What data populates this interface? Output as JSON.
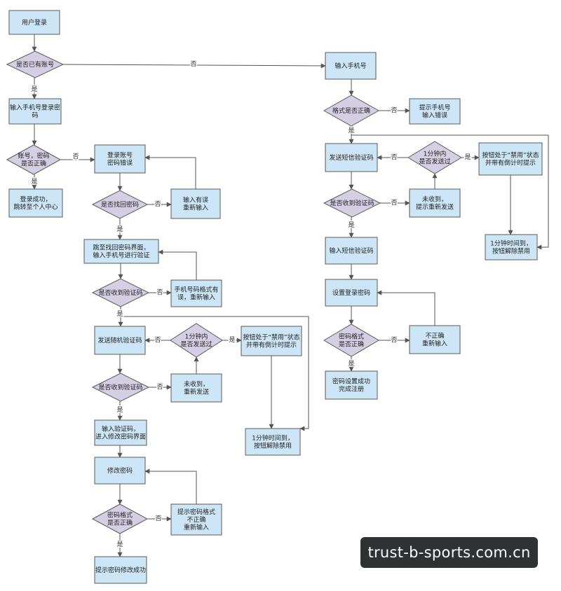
{
  "nodes": {
    "login_start": "用户登录",
    "has_account": "是否已有账号",
    "input_phone_pwd": [
      "输入手机号登录密",
      "码"
    ],
    "account_pwd_correct": [
      "账号，密码",
      "是否正确"
    ],
    "login_success": [
      "登录成功，",
      "跳转至个人中心"
    ],
    "login_error": [
      "登录账号",
      "密码错误"
    ],
    "retrieve_pwd": "是否找回密码",
    "input_error_reenter": [
      "输入有误",
      "重新输入"
    ],
    "goto_retrieve": [
      "跳至找回密码界面，",
      "输入手机号进行验证"
    ],
    "code_received_l": "是否收到验证码",
    "phone_format_err": [
      "手机号码格式有",
      "误，重新输入"
    ],
    "send_random_code": "发送随机验证码",
    "within_1min_l": [
      "1分钟内",
      "是否发送过"
    ],
    "btn_disabled_l": [
      "按钮处于“禁用”状态",
      "并带有倒计时提示"
    ],
    "not_received_l": [
      "未收到，",
      "重新发送"
    ],
    "code_received_l2": "是否收到验证码",
    "input_code_modify": [
      "输入验证码，",
      "进入修改密码界面"
    ],
    "min_up_l": [
      "1分钟时间到，",
      "按钮解除禁用"
    ],
    "modify_pwd": "修改密码",
    "pwd_format_correct_l": [
      "密码格式",
      "是否正确"
    ],
    "pwd_format_hint": [
      "提示密码格式",
      "不正确",
      "重新输入"
    ],
    "modify_success": "提示密码修改成功",
    "input_phone": "输入手机号",
    "format_correct_r": "格式是否正确",
    "phone_error_hint": [
      "提示手机号",
      "输入错误"
    ],
    "send_sms_code": "发送短信验证码",
    "within_1min_r": [
      "1分钟内",
      "是否发送过"
    ],
    "btn_disabled_r": [
      "按钮处于“禁用”状态",
      "并带有倒计时提示"
    ],
    "code_received_r": "是否收到验证码",
    "not_received_r": [
      "未收到，",
      "提示重新发送"
    ],
    "input_sms_code": "输入短信验证码",
    "min_up_r": [
      "1分钟时间到，",
      "按钮解除禁用"
    ],
    "set_login_pwd": "设置登录密码",
    "pwd_format_correct_r": [
      "密码格式",
      "是否正确"
    ],
    "incorrect_reenter": [
      "不正确",
      "重新输入"
    ],
    "pwd_set_success": [
      "密码设置成功",
      "完成注册"
    ]
  },
  "labels": {
    "yes": "是",
    "no": "否"
  },
  "watermark": "trust-b-sports.com.cn",
  "colors": {
    "box_fill": "#cde6f7",
    "box_stroke": "#5a5a5a",
    "diamond_fill": "#d4cfe3",
    "line": "#555555"
  }
}
